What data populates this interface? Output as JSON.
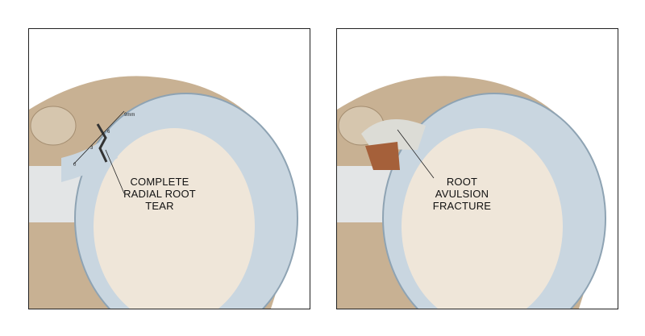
{
  "panels": [
    {
      "label_lines": [
        "COMPLETE",
        "RADIAL ROOT",
        "TEAR"
      ],
      "ruler_labels": [
        "0",
        "3",
        "6",
        "9mm"
      ]
    },
    {
      "label_lines": [
        "ROOT",
        "AVULSION",
        "FRACTURE"
      ]
    }
  ],
  "colors": {
    "meniscus": "#c9d6e0",
    "bone": "#c8b193",
    "plateau": "#efe6d9",
    "fracture": "#a5603a"
  }
}
